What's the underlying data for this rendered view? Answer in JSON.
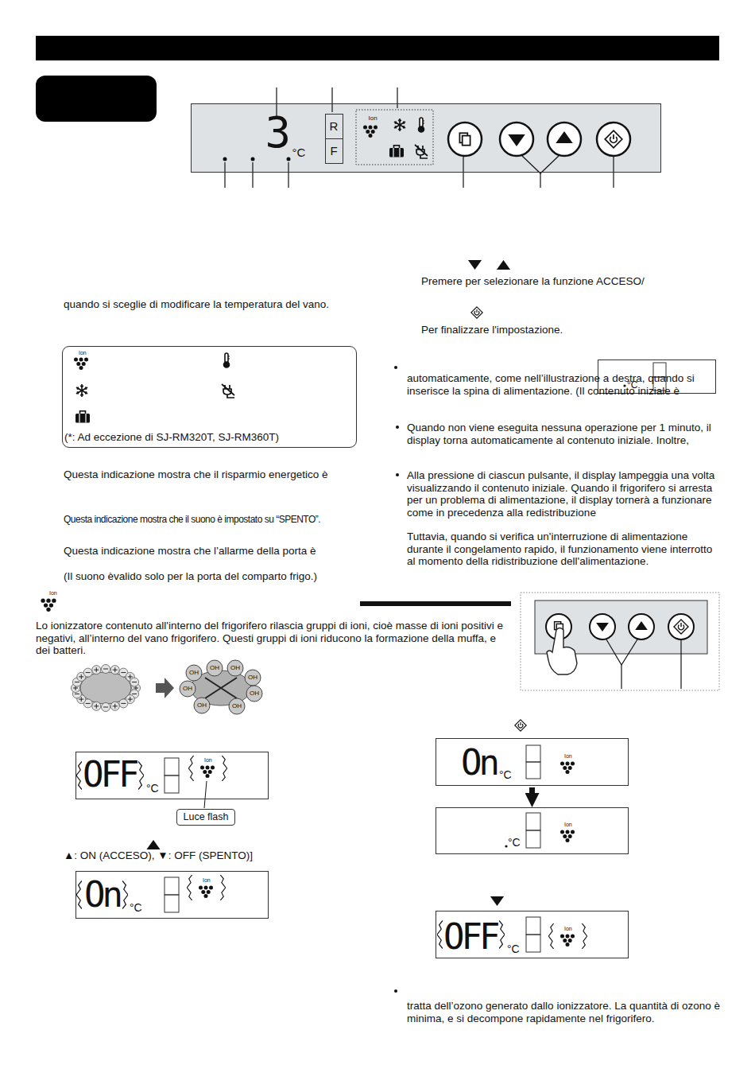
{
  "diagram": {
    "nodes": [
      {
        "text": [
          "3",
          "°C",
          "Ion"
        ]
      },
      {
        "text": [
          "R"
        ],
        "in": 0
      },
      {
        "text": [
          "F"
        ],
        "in": 0
      },
      {
        "text": [
          "Ion",
          "(*: Ad eccezione di SJ-RM320T, SJ-RM360T)"
        ]
      },
      {
        "text": [
          "°C"
        ]
      },
      {
        "text": [
          "OFF",
          "°C",
          "Ion"
        ]
      },
      {
        "text": [
          "Luce flash"
        ]
      },
      {
        "text": [
          "On",
          "°C",
          "Ion"
        ]
      },
      {
        "text": [
          "On",
          "°C",
          "Ion"
        ]
      },
      {
        "text": [
          "°C",
          "Ion"
        ]
      },
      {
        "text": [
          "OFF",
          "°C",
          "Ion"
        ]
      }
    ],
    "edges": [
      {
        "from": 8,
        "to": 9,
        "arrow": "to"
      }
    ],
    "labels": [
      "Premere per selezionare la funzione ACCESO/",
      "quando si sceglie di modificare la temperatura del vano.",
      "Per finalizzare l'impostazione.",
      "Questa indicazione mostra che il risparmio energetico è",
      "Questa indicazione mostra che il suono è impostato su “SPENTO”.",
      "Questa indicazione mostra che l’allarme della porta è",
      "(Il suono èvalido solo per la porta del comparto frigo.)",
      "automaticamente, come nell’illustrazione a destra, quando si inserisce la spina di alimentazione. (Il contenuto iniziale è",
      "Quando non viene eseguita nessuna operazione per 1 minuto, il display torna automaticamente al contenuto iniziale. Inoltre,",
      "Alla pressione di ciascun pulsante, il display lampeggia una volta visualizzando il contenuto iniziale. Quando il frigorifero si arresta per un problema di alimentazione, il display tornerà a funzionare come in precedenza alla redistribuzione",
      "Tuttavia, quando si verifica un'interruzione di alimentazione durante il congelamento rapido, il funzionamento viene interrotto al momento della ridistribuzione dell'alimentazione.",
      "Ion",
      "Lo ionizzatore contenuto all'interno del frigorifero rilascia gruppi di ioni, cioè masse di ioni positivi e negativi, all’interno del vano frigorifero. Questi gruppi di ioni riducono la formazione della muffa, e dei batteri.",
      "OH",
      "OH",
      "OH",
      "OH",
      "OH",
      "OH",
      "OH",
      "OH",
      "▲: ON (ACCESO), ▼: OFF (SPENTO)]",
      "tratta dell’ozono generato dallo ionizzatore. La quantità di ozono è minima, e si decompone rapidamente nel frigorifero."
    ]
  }
}
